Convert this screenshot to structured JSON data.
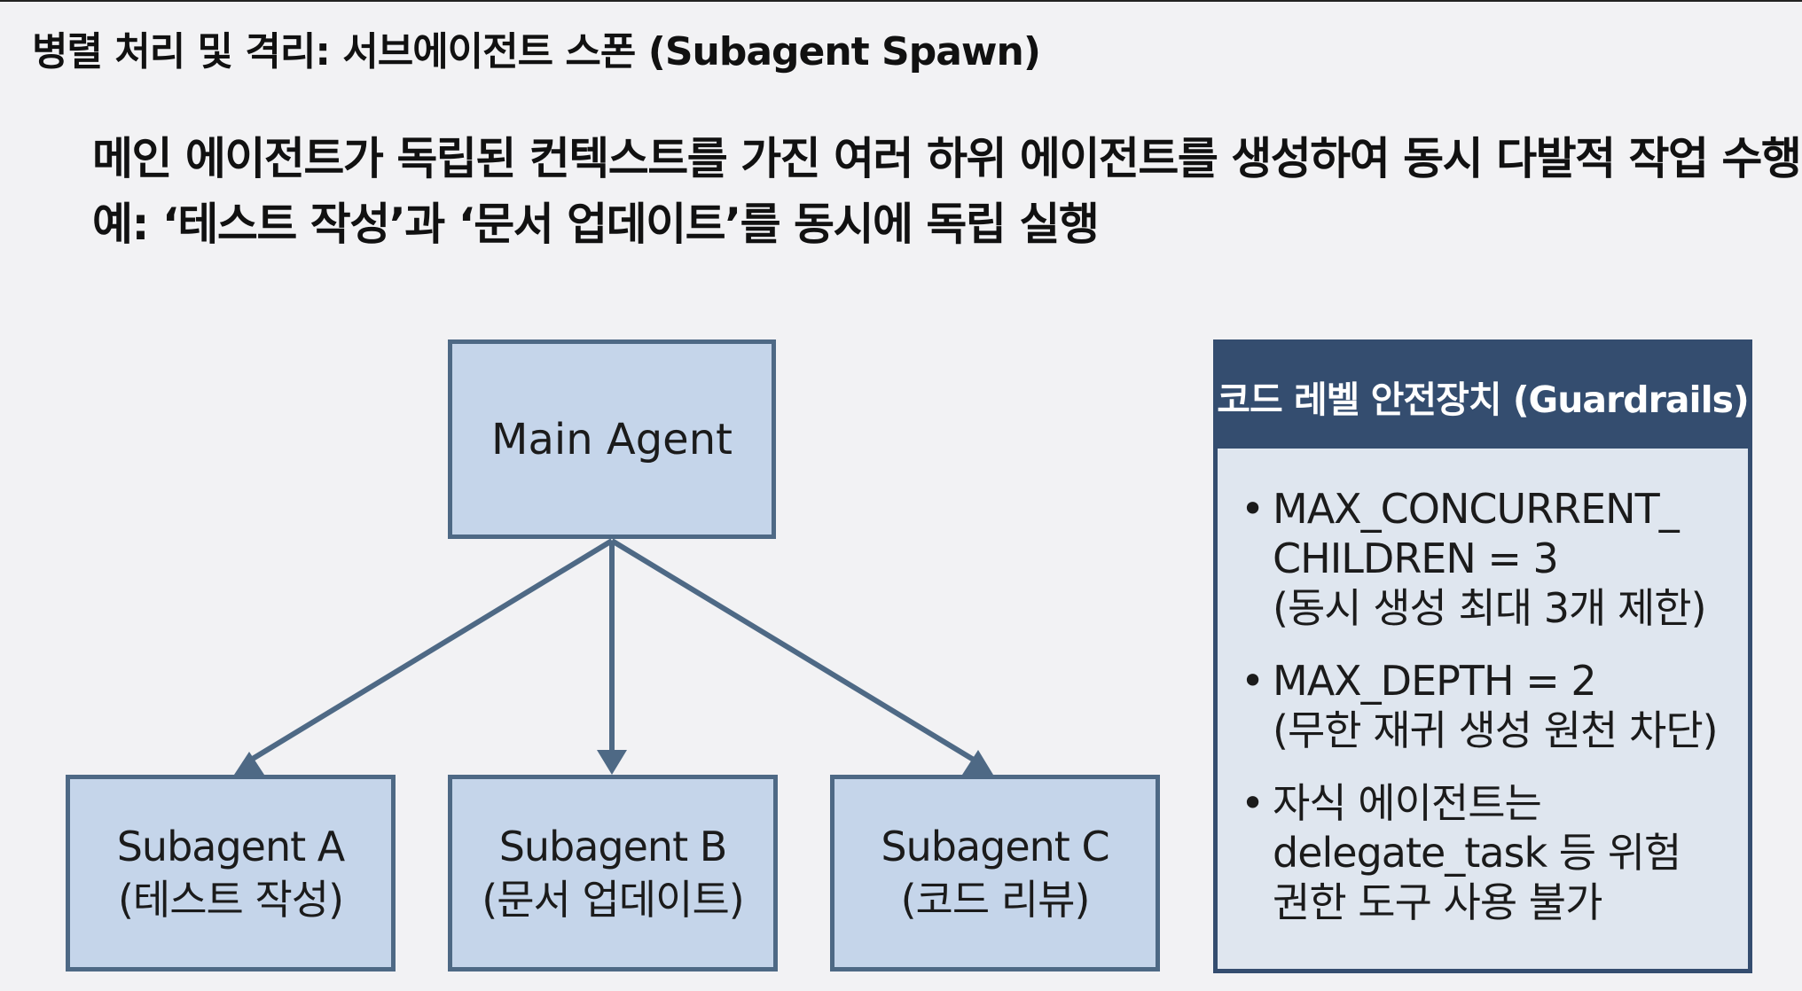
{
  "title": "병렬 처리 및 격리: 서브에이전트 스폰 (Subagent Spawn)",
  "summary": {
    "line1": "메인 에이전트가 독립된 컨텍스트를 가진 여러 하위 에이전트를 생성하여 동시 다발적 작업 수행",
    "line2": "예: ‘테스트 작성’과 ‘문서 업데이트’를 동시에 독립 실행"
  },
  "diagram": {
    "main": {
      "label": "Main Agent"
    },
    "subagents": [
      {
        "name": "Subagent A",
        "task": "(테스트 작성)"
      },
      {
        "name": "Subagent B",
        "task": "(문서 업데이트)"
      },
      {
        "name": "Subagent C",
        "task": "(코드 리뷰)"
      }
    ]
  },
  "guardrails": {
    "title": "코드 레벨 안전장치 (Guardrails)",
    "bullet": "•",
    "items": [
      {
        "lines": [
          "MAX_CONCURRENT_",
          "CHILDREN = 3",
          "(동시 생성 최대 3개 제한)"
        ]
      },
      {
        "lines": [
          "MAX_DEPTH = 2",
          "(무한 재귀 생성 원천 차단)"
        ]
      },
      {
        "lines": [
          "자식 에이전트는",
          "delegate_task 등 위험",
          "권한 도구 사용 불가"
        ]
      }
    ]
  },
  "colors": {
    "node_fill": "#c5d5ea",
    "node_border": "#4e6985",
    "panel_header": "#344d6f",
    "panel_fill": "#dfe6ef",
    "connector": "#4e6985"
  }
}
